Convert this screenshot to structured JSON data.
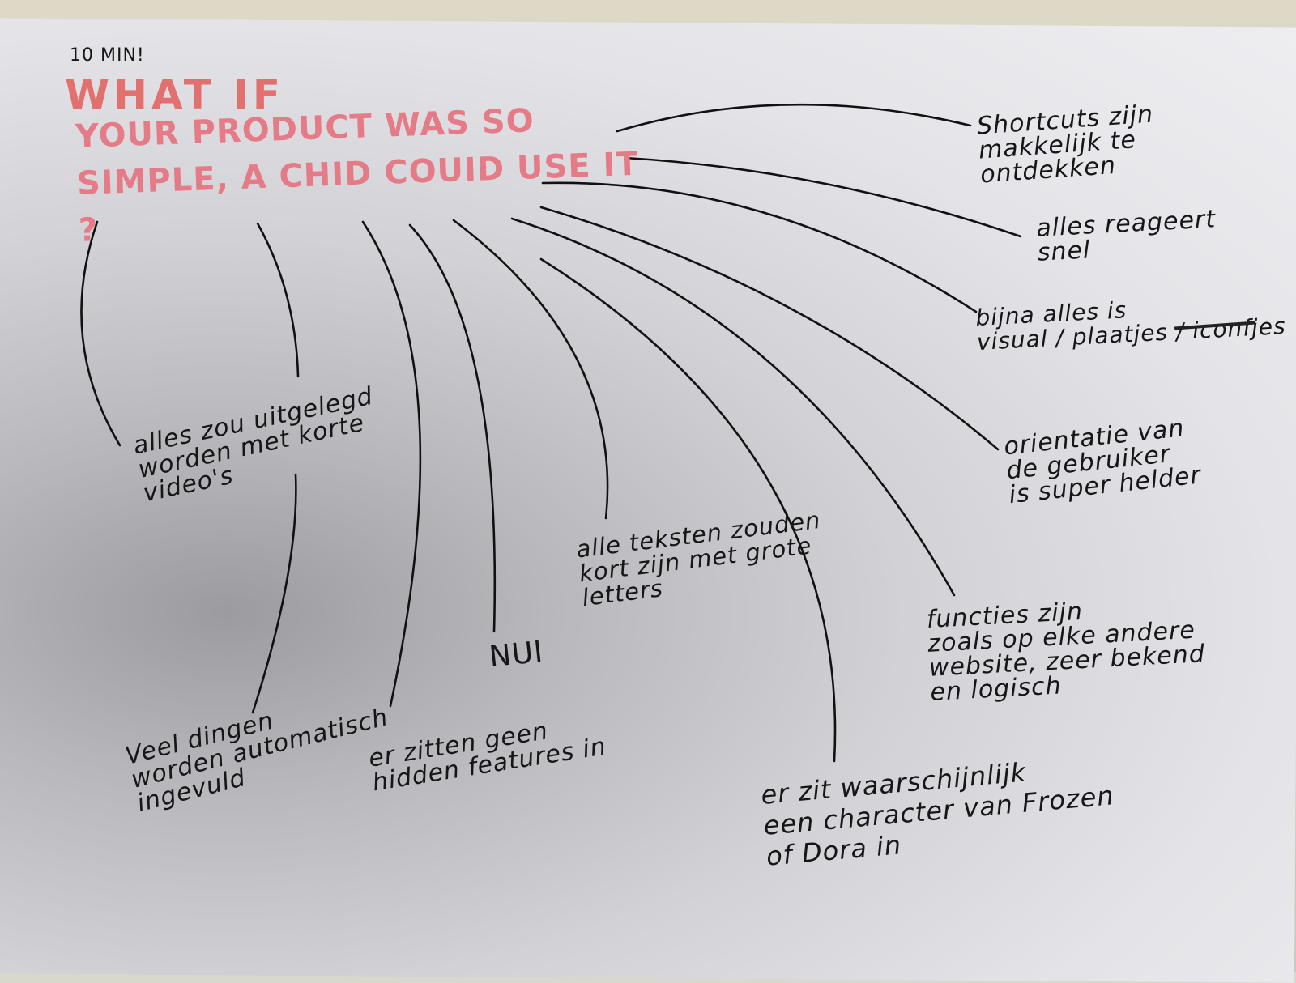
{
  "timer": "10 MIN!",
  "title": {
    "line1": "WHAT IF",
    "line2": "YOUR PRODUCT WAS SO SIMPLE, A CHID COUID USE IT ?"
  },
  "notes": {
    "shortcuts": "Shortcuts zijn\nmakkelijk te\nontdekken",
    "reageert": "alles reageert\nsnel",
    "visual": "bijna alles is\nvisual / plaatjes / iconfjes",
    "visual_crossed": "",
    "orientatie": "orientatie van\nde gebruiker\nis super helder",
    "functies": "functies zijn\nzoals op elke andere\nwebsite, zeer bekend\nen logisch",
    "frozen": "er zit waarschijnlijk\neen character van Frozen\nof Dora in",
    "teksten": "alle teksten zouden\nkort zijn met grote\nletters",
    "nui": "NUI",
    "hidden": "er zitten geen\nhidden features in",
    "veel": "Veel dingen\nworden automatisch\ningevuld",
    "videos": "alles zou uitgelegd\nworden met korte\nvideo's"
  },
  "colors": {
    "ink": "#161616",
    "title_ink": "#e2706e",
    "paper": "#eeeef1"
  }
}
